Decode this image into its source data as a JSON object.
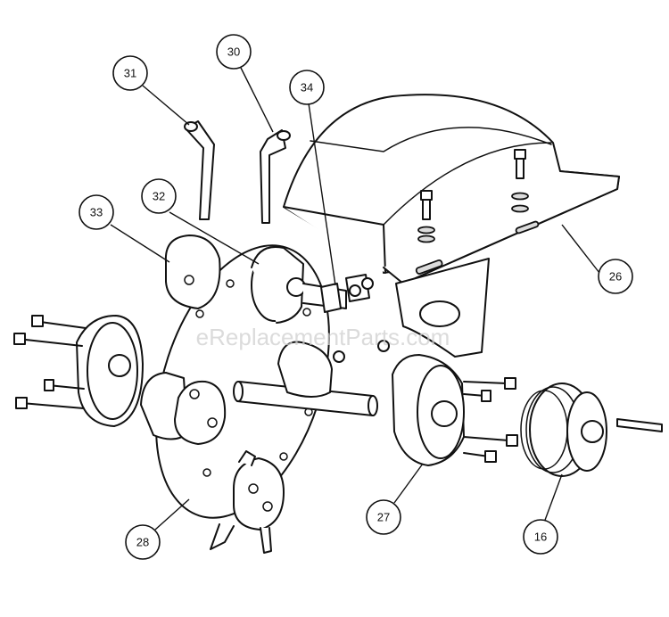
{
  "watermark": "eReplacementParts.com",
  "parts": [
    {
      "name": "part-31",
      "number": "31"
    },
    {
      "name": "part-30",
      "number": "30"
    },
    {
      "name": "part-34",
      "number": "34"
    },
    {
      "name": "part-33",
      "number": "33"
    },
    {
      "name": "part-32",
      "number": "32"
    },
    {
      "name": "part-26",
      "number": "26"
    },
    {
      "name": "part-28",
      "number": "28"
    },
    {
      "name": "part-27",
      "number": "27"
    },
    {
      "name": "part-16",
      "number": "16"
    }
  ]
}
